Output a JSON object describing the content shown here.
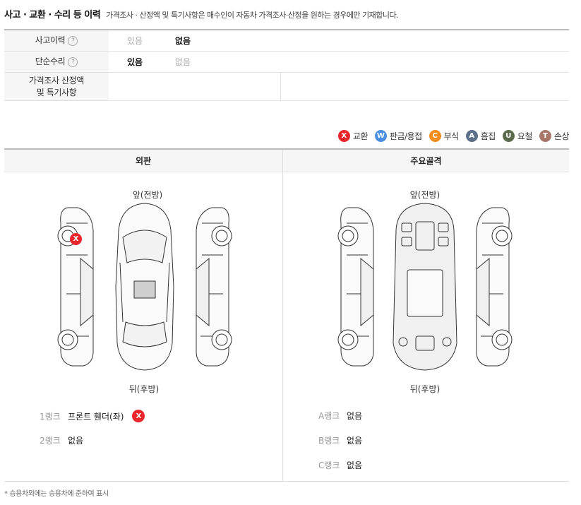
{
  "header": {
    "title": "사고 · 교환 · 수리 등 이력",
    "subtitle": "가격조사 · 산정액 및 특기사항은 매수인이 자동차 가격조사·산정을 원하는 경우에만 기재합니다."
  },
  "history": {
    "accident_label": "사고이력",
    "simple_repair_label": "단순수리",
    "price_label_line1": "가격조사 산정액",
    "price_label_line2": "및 특기사항",
    "help_glyph": "?",
    "yes": "있음",
    "no": "없음",
    "accident_selected": "no",
    "simple_repair_selected": "yes"
  },
  "legend": [
    {
      "code": "X",
      "label": "교환",
      "color": "#e8262c"
    },
    {
      "code": "W",
      "label": "판금/용접",
      "color": "#4a8fe2"
    },
    {
      "code": "C",
      "label": "부식",
      "color": "#f28c1c"
    },
    {
      "code": "A",
      "label": "흠집",
      "color": "#5c7189"
    },
    {
      "code": "U",
      "label": "요철",
      "color": "#5c6a4e"
    },
    {
      "code": "T",
      "label": "손상",
      "color": "#a9776a"
    }
  ],
  "exterior": {
    "header": "외판",
    "front": "앞(전방)",
    "rear": "뒤(후방)",
    "marker": "X",
    "rank1_label": "1랭크",
    "rank1_value": "프론트 휀더(좌)",
    "rank2_label": "2랭크",
    "rank2_value": "없음"
  },
  "frame": {
    "header": "주요골격",
    "front": "앞(전방)",
    "rear": "뒤(후방)",
    "rankA_label": "A랭크",
    "rankA_value": "없음",
    "rankB_label": "B랭크",
    "rankB_value": "없음",
    "rankC_label": "C랭크",
    "rankC_value": "없음"
  },
  "footnote": "* 승용차외에는 승용차에 준하여 표시"
}
